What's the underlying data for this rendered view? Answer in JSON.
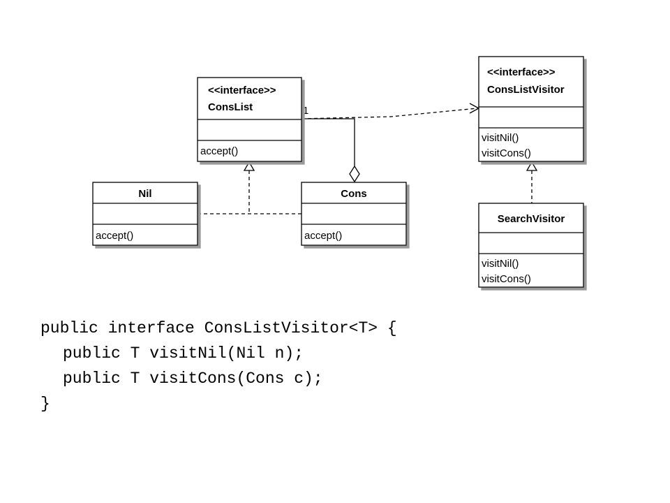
{
  "diagram": {
    "classes": {
      "conslist": {
        "stereotype": "<<interface>>",
        "name": "ConsList",
        "operations": [
          "accept()"
        ]
      },
      "conslistvisitor": {
        "stereotype": "<<interface>>",
        "name": "ConsListVisitor",
        "operations": [
          "visitNil()",
          "visitCons()"
        ]
      },
      "nil": {
        "name": "Nil",
        "operations": [
          "accept()"
        ]
      },
      "cons": {
        "name": "Cons",
        "operations": [
          "accept()"
        ]
      },
      "searchvisitor": {
        "name": "SearchVisitor",
        "operations": [
          "visitNil()",
          "visitCons()"
        ]
      }
    },
    "multiplicity": "1",
    "relations": [
      {
        "from": "Nil",
        "to": "ConsList",
        "kind": "realization"
      },
      {
        "from": "Cons",
        "to": "ConsList",
        "kind": "realization"
      },
      {
        "from": "Cons",
        "to": "ConsList",
        "kind": "aggregation"
      },
      {
        "from": "ConsList",
        "to": "ConsListVisitor",
        "kind": "dependency"
      },
      {
        "from": "SearchVisitor",
        "to": "ConsListVisitor",
        "kind": "realization"
      }
    ]
  },
  "code": {
    "lines": [
      "public interface ConsListVisitor<T> {",
      "public T visitNil(Nil n);",
      "public T visitCons(Cons c);",
      "}"
    ]
  }
}
